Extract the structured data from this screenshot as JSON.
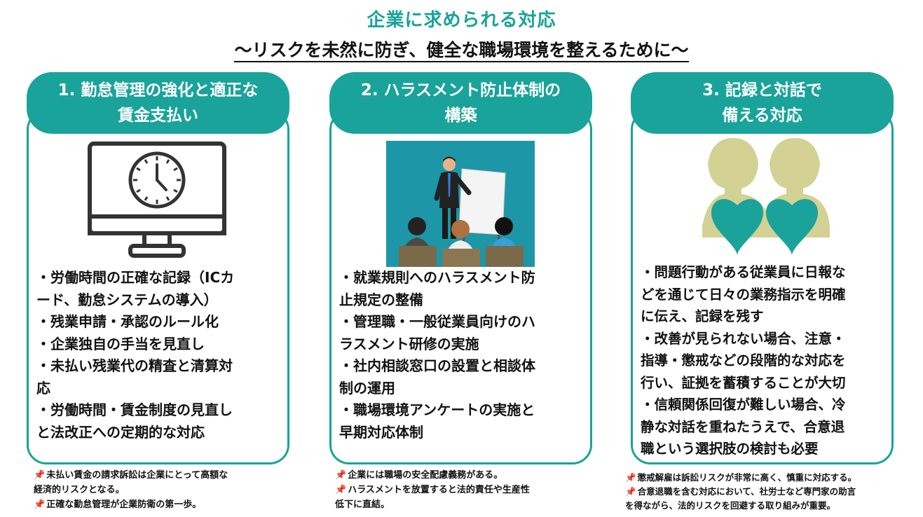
{
  "title": "企業に求められる対応",
  "subtitle": "〜リスクを未然に防ぎ、健全な職場環境を整えるために〜",
  "cards": [
    {
      "heading": "1. 勤怠管理の強化と適正な\n賃金支払い",
      "illustration_icon": "clock-monitor-icon",
      "lines": [
        "・労働時間の正確な記録（ICカ",
        "ード、勤怠システムの導入）",
        "・残業申請・承認のルール化",
        "・企業独自の手当を見直し",
        "・未払い残業代の精査と清算対",
        "応",
        "・労働時間・賃金制度の見直し",
        "と法改正への定期的な対応"
      ],
      "notes": [
        "未払い賃金の請求訴訟は企業にとって高額な",
        "経済的リスクとなる。",
        "正確な勤怠管理が企業防衛の第一歩。"
      ]
    },
    {
      "heading": "2. ハラスメント防止体制の\n構築",
      "illustration_icon": "presentation-training-icon",
      "lines": [
        "・就業規則へのハラスメント防",
        "止規定の整備",
        "・管理職・一般従業員向けのハ",
        "ラスメント研修の実施",
        "・社内相談窓口の設置と相談体",
        "制の運用",
        "・職場環境アンケートの実施と",
        "早期対応体制"
      ],
      "notes": [
        "企業には職場の安全配慮義務がある。",
        "ハラスメントを放置すると法的責任や生産性",
        "低下に直結。"
      ]
    },
    {
      "heading": "3. 記録と対話で\n備える対応",
      "illustration_icon": "two-people-hearts-icon",
      "lines": [
        "・問題行動がある従業員に日報な",
        "どを通じて日々の業務指示を明確",
        "に伝え、記録を残す",
        "・改善が見られない場合、注意・",
        "指導・懲戒などの段階的な対応を",
        "行い、証拠を蓄積することが大切",
        "・信頼関係回復が難しい場合、冷",
        "静な対話を重ねたうえで、合意退",
        "職という選択肢の検討も必要"
      ],
      "notes": [
        "懲戒解雇は訴訟リスクが非常に高く、慎重に対応する。",
        "合意退職を含む対応において、社労士など専門家の助言",
        "を得ながら、法的リスクを回避する取り組みが重要。"
      ]
    }
  ],
  "colors": {
    "accent": "#1aa39a",
    "pin": "#e0262b",
    "olive": "#cfcf8e"
  }
}
